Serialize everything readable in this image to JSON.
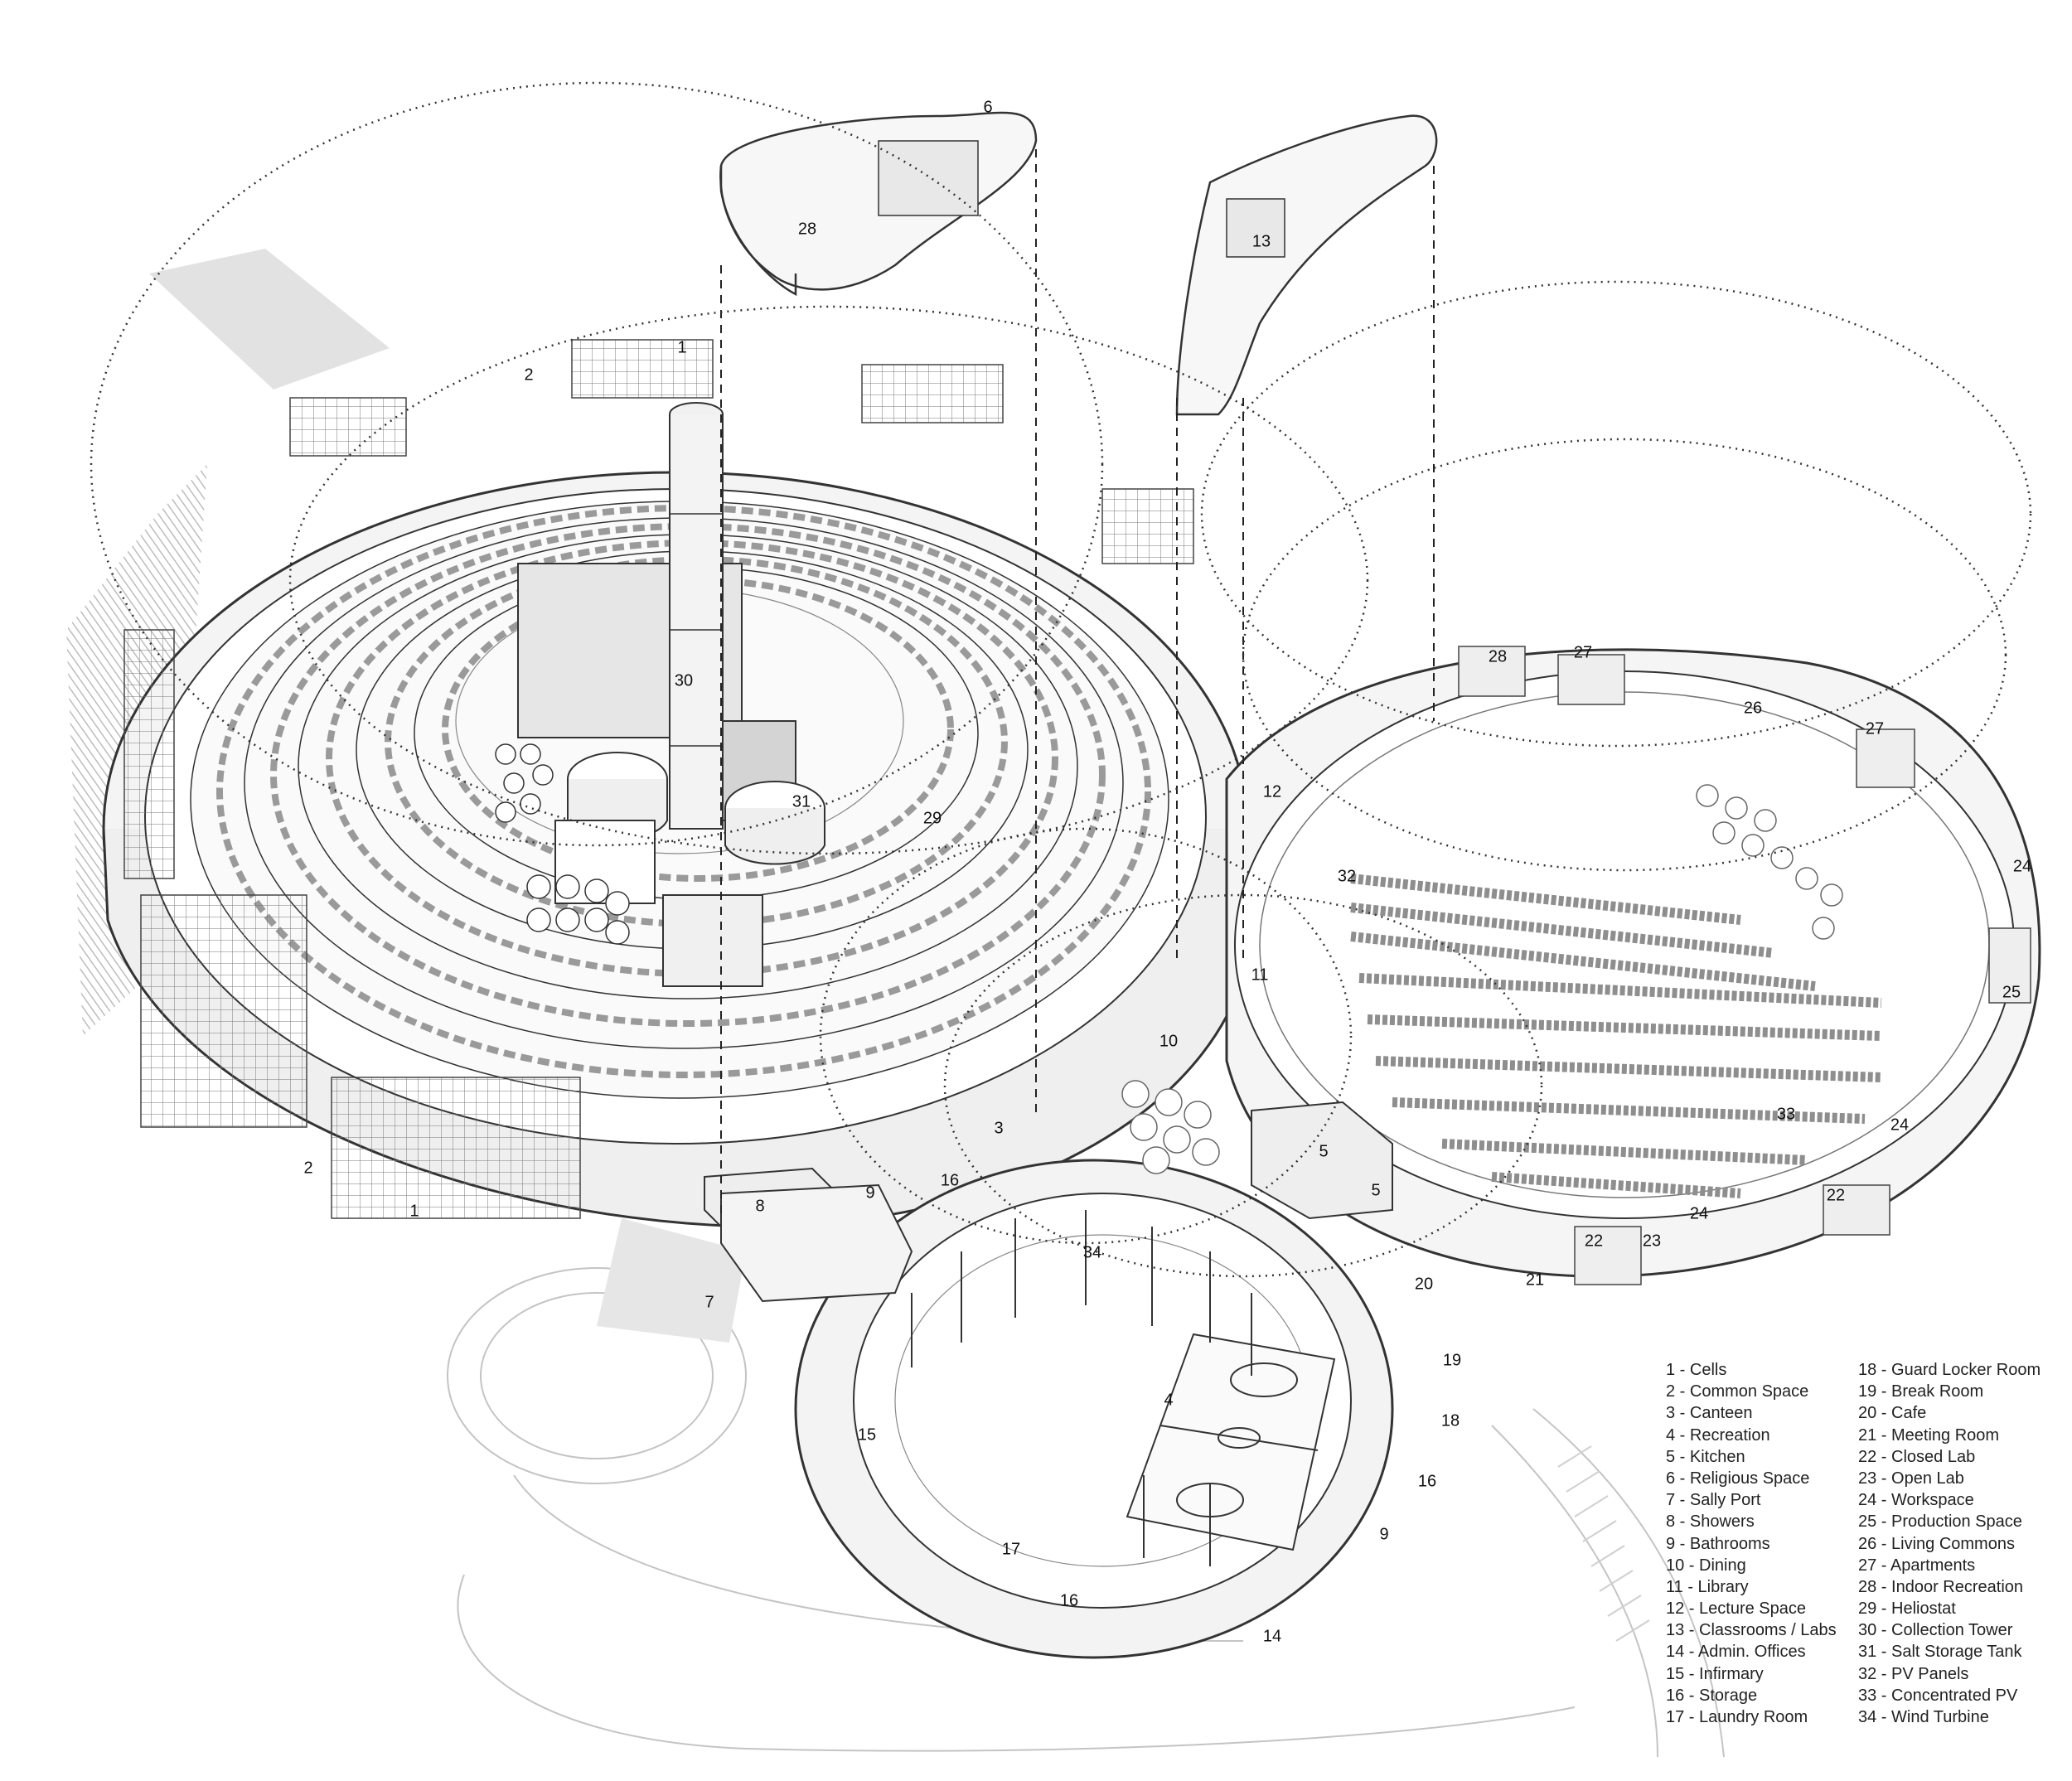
{
  "labels": {
    "l1": "1",
    "l1b": "1",
    "l2": "2",
    "l2b": "2",
    "l3": "3",
    "l4": "4",
    "l5a": "5",
    "l5b": "5",
    "l6": "6",
    "l7": "7",
    "l8": "8",
    "l9a": "9",
    "l9b": "9",
    "l10": "10",
    "l11": "11",
    "l12": "12",
    "l13": "13",
    "l14": "14",
    "l15": "15",
    "l16a": "16",
    "l16b": "16",
    "l16c": "16",
    "l17": "17",
    "l18": "18",
    "l19": "19",
    "l20": "20",
    "l21": "21",
    "l22a": "22",
    "l22b": "22",
    "l23": "23",
    "l24a": "24",
    "l24b": "24",
    "l24c": "24",
    "l25": "25",
    "l26": "26",
    "l27a": "27",
    "l27b": "27",
    "l28a": "28",
    "l28b": "28",
    "l29": "29",
    "l30": "30",
    "l31": "31",
    "l32": "32",
    "l33": "33",
    "l34": "34"
  },
  "legend": {
    "col1": [
      "1 - Cells",
      "2 - Common Space",
      "3 - Canteen",
      "4 - Recreation",
      "5 - Kitchen",
      "6 - Religious Space",
      "7 - Sally Port",
      "8 - Showers",
      "9 - Bathrooms",
      "10 - Dining",
      "11 - Library",
      "12 - Lecture Space",
      "13 - Classrooms / Labs",
      "14 - Admin. Offices",
      "15 - Infirmary",
      "16 - Storage",
      "17 - Laundry Room"
    ],
    "col2": [
      "18 - Guard Locker Room",
      "19 - Break Room",
      "20 - Cafe",
      "21 - Meeting Room",
      "22 - Closed Lab",
      "23 - Open Lab",
      "24 - Workspace",
      "25 - Production Space",
      "26 - Living Commons",
      "27 - Apartments",
      "28 - Indoor Recreation",
      "29 - Heliostat",
      "30 - Collection Tower",
      "31 - Salt Storage Tank",
      "32 - PV Panels",
      "33 - Concentrated PV",
      "34 - Wind Turbine"
    ]
  },
  "colors": {
    "line": "#333333",
    "shadow": "#d6d6d6",
    "paper": "#ffffff"
  }
}
